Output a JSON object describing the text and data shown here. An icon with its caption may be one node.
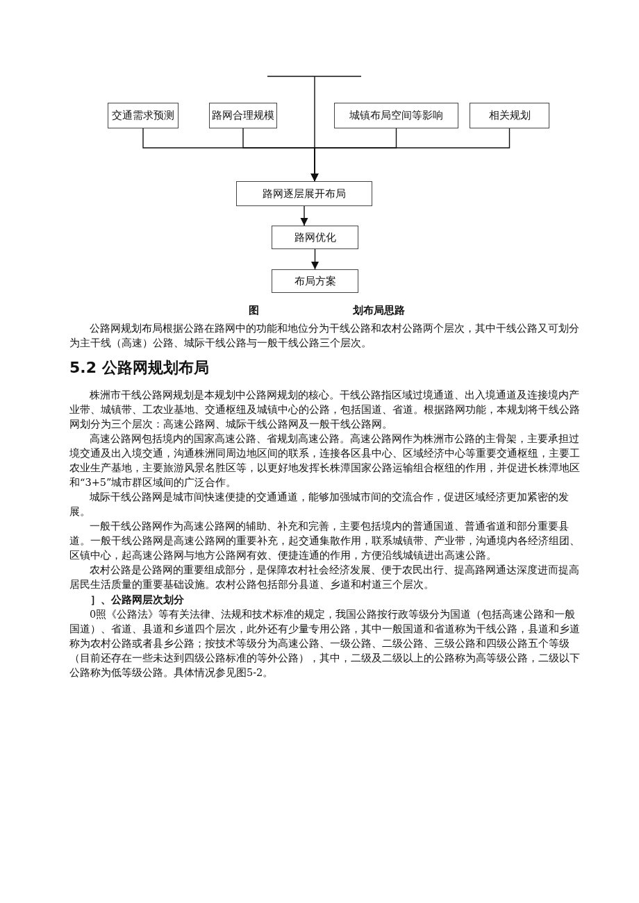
{
  "diagram": {
    "nodes": [
      {
        "text": [
          "交通需求预测"
        ]
      },
      {
        "text": [
          "路网合理规模"
        ]
      },
      {
        "text": [
          "城镇布局空间等影响"
        ]
      },
      {
        "text": [
          "相关规划"
        ]
      },
      {
        "text": [
          "路网逐层展开布局"
        ]
      },
      {
        "text": [
          "路网优化"
        ]
      },
      {
        "text": [
          "布局方案"
        ]
      }
    ],
    "edges": [
      {
        "from": 0,
        "to": 4,
        "arrow": "to"
      },
      {
        "from": 1,
        "to": 4,
        "arrow": "to"
      },
      {
        "from": 2,
        "to": 4,
        "arrow": "to"
      },
      {
        "from": 3,
        "to": 4,
        "arrow": "to"
      },
      {
        "from": null,
        "to": 4,
        "arrow": "to"
      },
      {
        "from": 4,
        "to": 5,
        "arrow": "to"
      },
      {
        "from": 5,
        "to": 6,
        "arrow": "to"
      }
    ],
    "labels": [
      "图",
      "划布局思路",
      "公路网规划布局根据公路在路网中的功能和地位分为干线公路和农村公路两个层次，其中干线公路又可划分为主干线（高速）公路、城际干线公路与一般干线公路三个层次。",
      "5.2 公路网规划布局",
      "株洲市干线公路网规划是本规划中公路网规划的核心。干线公路指区域过境通道、出入境通道及连接境内产业带、城镇带、工农业基地、交通枢纽及城镇中心的公路，包括国道、省道。根据路网功能，本规划将干线公路网划分为三个层次：高速公路网、城际干线公路网及一般干线公路网。",
      "高速公路网包括境内的国家高速公路、省规划高速公路。高速公路网作为株洲市公路的主骨架，主要承担过境交通及出入境交通，沟通株洲同周边地区间的联系，连接各区县中心、区域经济中心等重要交通枢纽，主要工农业生产基地，主要旅游风景名胜区等，以更好地发挥长株潭国家公路运输组合枢纽的作用，并促进长株潭地区和“3+5”城市群区域间的广泛合作。",
      "城际干线公路网是城市间快速便捷的交通通道，能够加强城市间的交流合作，促进区域经济更加紧密的发展。",
      "一般干线公路网作为高速公路网的辅助、补充和完善，主要包括境内的普通国道、普通省道和部分重要县道。一般干线公路网是高速公路网的重要补充，起交通集散作用，联系城镇带、产业带，沟通境内各经济组团、区镇中心，起高速公路网与地方公路网有效、便捷连通的作用，方便沿线城镇进出高速公路。",
      "农村公路是公路网的重要组成部分，是保障农村社会经济发展、便于农民出行、提高路网通达深度进而提高居民生活质量的重要基础设施。农村公路包括部分县道、乡道和村道三个层次。",
      "］、公路网层次划分",
      "0照《公路法》等有关法律、法规和技术标准的规定，我国公路按行政等级分为国道（包括高速公路和一般国道）、省道、县道和乡道四个层次，此外还有少量专用公路，其中一般国道和省道称为干线公路，县道和乡道称为农村公路或者县乡公路；按技术等级分为高速公路、一级公路、二级公路、三级公路和四级公路五个等级（目前还存在一些未达到四级公路标准的等外公路），其中，二级及二级以上的公路称为高等级公路，二级以下公路称为低等级公路。具体情况参见图5-2。"
    ]
  }
}
